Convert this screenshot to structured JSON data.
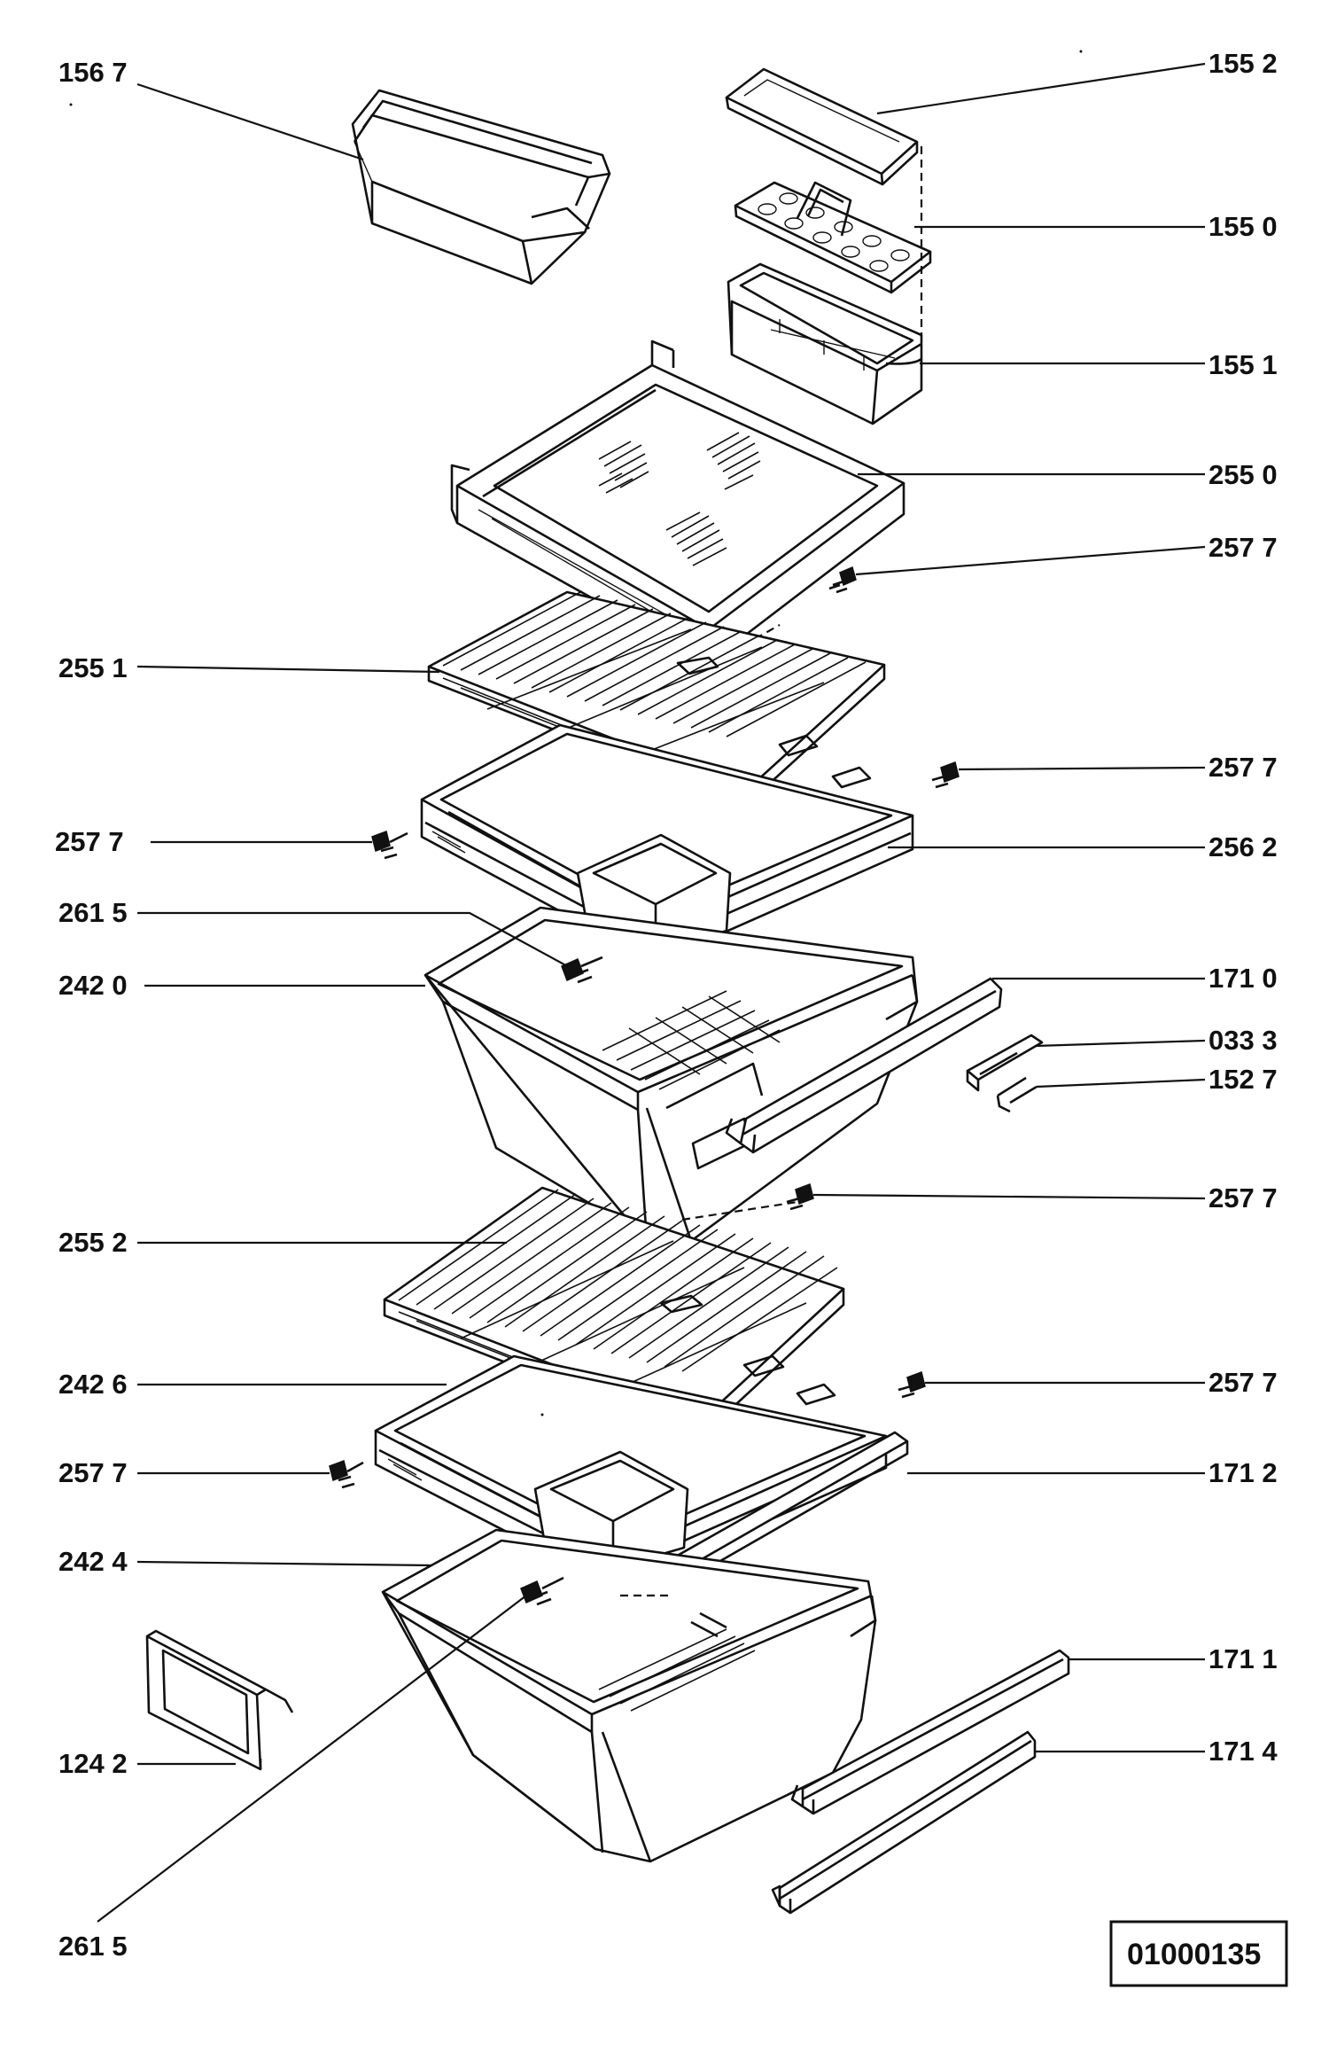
{
  "diagram_code": "01000135",
  "labels": [
    {
      "key": "l1567",
      "text": "156 7"
    },
    {
      "key": "l1552",
      "text": "155 2"
    },
    {
      "key": "l1550",
      "text": "155 0"
    },
    {
      "key": "l1551",
      "text": "155 1"
    },
    {
      "key": "l2550",
      "text": "255 0"
    },
    {
      "key": "l2577a",
      "text": "257 7"
    },
    {
      "key": "l2551",
      "text": "255 1"
    },
    {
      "key": "l2577b",
      "text": "257 7"
    },
    {
      "key": "l2577c",
      "text": "257 7"
    },
    {
      "key": "l2562",
      "text": "256 2"
    },
    {
      "key": "l2615a",
      "text": "261 5"
    },
    {
      "key": "l2420",
      "text": "242 0"
    },
    {
      "key": "l1710",
      "text": "171 0"
    },
    {
      "key": "l0333",
      "text": "033 3"
    },
    {
      "key": "l1527",
      "text": "152 7"
    },
    {
      "key": "l2577d",
      "text": "257 7"
    },
    {
      "key": "l2552",
      "text": "255 2"
    },
    {
      "key": "l2426",
      "text": "242 6"
    },
    {
      "key": "l2577e",
      "text": "257 7"
    },
    {
      "key": "l2577f",
      "text": "257 7"
    },
    {
      "key": "l1712",
      "text": "171 2"
    },
    {
      "key": "l2424",
      "text": "242 4"
    },
    {
      "key": "l1711",
      "text": "171 1"
    },
    {
      "key": "l1714",
      "text": "171 4"
    },
    {
      "key": "l1242",
      "text": "124 2"
    },
    {
      "key": "l2615b",
      "text": "261 5"
    }
  ]
}
